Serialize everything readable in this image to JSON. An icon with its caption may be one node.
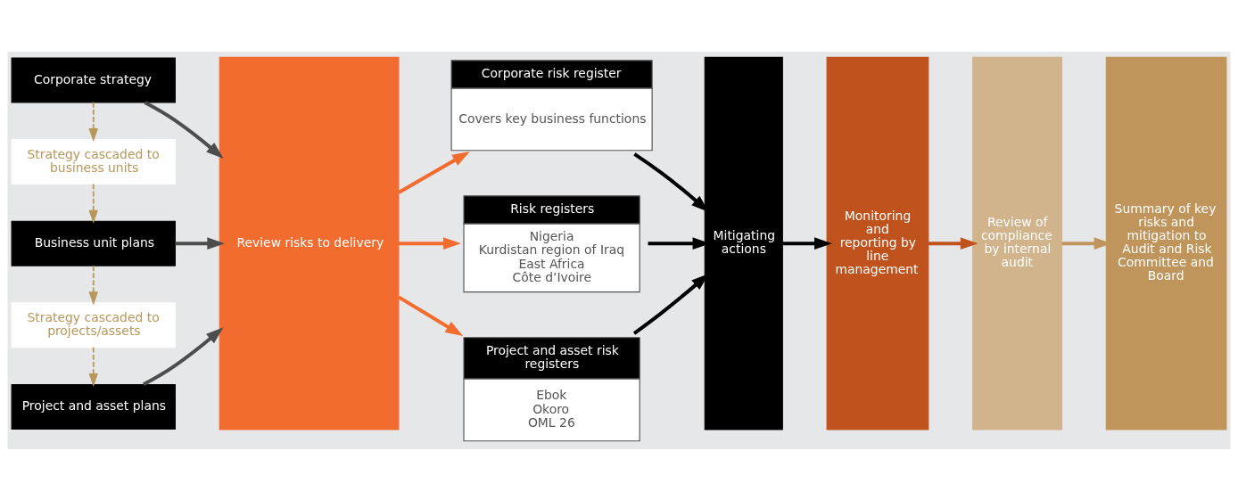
{
  "diagram": {
    "nodes": [
      {
        "text": [
          "Corporate strategy"
        ]
      },
      {
        "text": [
          "Strategy cascaded to business units"
        ]
      },
      {
        "text": [
          "Business unit plans"
        ]
      },
      {
        "text": [
          "Strategy cascaded to projects/assets"
        ]
      },
      {
        "text": [
          "Project and asset plans"
        ]
      },
      {
        "text": [
          "Review risks to delivery"
        ]
      },
      {
        "text": [
          "Corporate risk register",
          "Covers key business functions"
        ]
      },
      {
        "text": [
          "Risk registers",
          "Nigeria",
          "Kurdistan region of Iraq",
          "East Africa",
          "Côte d’Ivoire"
        ]
      },
      {
        "text": [
          "Project and asset risk registers",
          "Ebok",
          "Okoro",
          "OML 26"
        ]
      },
      {
        "text": [
          "Mitigating actions"
        ]
      },
      {
        "text": [
          "Monitoring and reporting by line management"
        ]
      },
      {
        "text": [
          "Review of compliance by internal audit"
        ]
      },
      {
        "text": [
          "Summary of key risks and mitigation to Audit and Risk Committee and Board"
        ]
      }
    ],
    "edges": [
      {
        "from": 0,
        "to": 1,
        "arrow": "to",
        "style": "dashed",
        "color": "#b8975a"
      },
      {
        "from": 1,
        "to": 2,
        "arrow": "to",
        "style": "dashed",
        "color": "#b8975a"
      },
      {
        "from": 2,
        "to": 3,
        "arrow": "to",
        "style": "dashed",
        "color": "#b8975a"
      },
      {
        "from": 3,
        "to": 4,
        "arrow": "to",
        "style": "dashed",
        "color": "#b8975a"
      },
      {
        "from": 0,
        "to": 5,
        "arrow": "to",
        "color": "#4d4d4d"
      },
      {
        "from": 2,
        "to": 5,
        "arrow": "to",
        "color": "#4d4d4d"
      },
      {
        "from": 4,
        "to": 5,
        "arrow": "to",
        "color": "#4d4d4d"
      },
      {
        "from": 5,
        "to": 6,
        "arrow": "to",
        "color": "#f26c30"
      },
      {
        "from": 5,
        "to": 7,
        "arrow": "to",
        "color": "#f26c30"
      },
      {
        "from": 5,
        "to": 8,
        "arrow": "to",
        "color": "#f26c30"
      },
      {
        "from": 6,
        "to": 9,
        "arrow": "to",
        "color": "#000000"
      },
      {
        "from": 7,
        "to": 9,
        "arrow": "to",
        "color": "#000000"
      },
      {
        "from": 8,
        "to": 9,
        "arrow": "to",
        "color": "#000000"
      },
      {
        "from": 9,
        "to": 10,
        "arrow": "to",
        "color": "#000000"
      },
      {
        "from": 10,
        "to": 11,
        "arrow": "to",
        "color": "#c0521d"
      },
      {
        "from": 11,
        "to": 12,
        "arrow": "to",
        "color": "#bf955b"
      }
    ]
  }
}
